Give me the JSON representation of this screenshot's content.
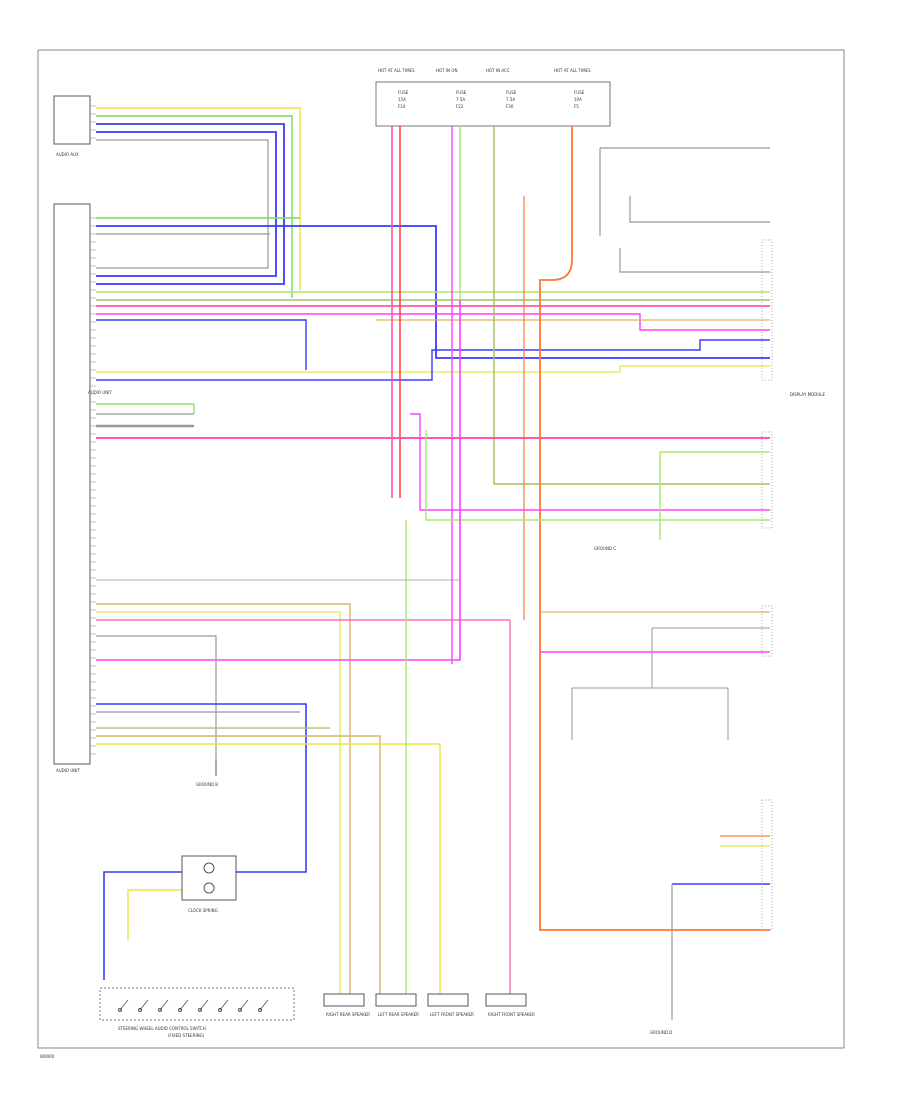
{
  "diagram": {
    "footer_code": "W0000",
    "labels": {
      "audio_unit": "AUDIO UNIT",
      "audio_unit_bottom": "AUDIO UNIT",
      "audio_aux": "AUDIO AUX",
      "clock_spring": "CLOCK SPRING",
      "steering_switch": "STEERING WHEEL AUDIO CONTROL SWITCH",
      "steering_switch_sub": "(FIXED STEERING)",
      "right_rear_speaker": "RIGHT REAR SPEAKER",
      "left_rear_speaker": "LEFT REAR SPEAKER",
      "left_front_speaker": "LEFT FRONT SPEAKER",
      "right_front_speaker": "RIGHT FRONT SPEAKER",
      "display_module": "DISPLAY MODULE",
      "ground_b": "GROUND B",
      "ground_c": "GROUND C",
      "ground_d": "GROUND D"
    },
    "fuses": [
      {
        "title": "HOT AT ALL TIMES",
        "line1": "FUSE",
        "line2": "15A",
        "line3": "F10"
      },
      {
        "title": "HOT IN ON",
        "line1": "FUSE",
        "line2": "7.5A",
        "line3": "F22"
      },
      {
        "title": "HOT IN ACC",
        "line1": "FUSE",
        "line2": "7.5A",
        "line3": "F30"
      },
      {
        "title": "HOT AT ALL TIMES",
        "line1": "FUSE",
        "line2": "10A",
        "line3": "F5"
      }
    ],
    "wire_colors": {
      "green": "#7ed957",
      "blue": "#3a3aff",
      "red": "#ff3030",
      "pink": "#ff55aa",
      "magenta": "#ff40ff",
      "yellow": "#e6e640",
      "tan": "#d9b36b",
      "orange": "#ff7733",
      "gray": "#999999",
      "lightgreen": "#a8e870",
      "olive": "#a0c060"
    }
  }
}
